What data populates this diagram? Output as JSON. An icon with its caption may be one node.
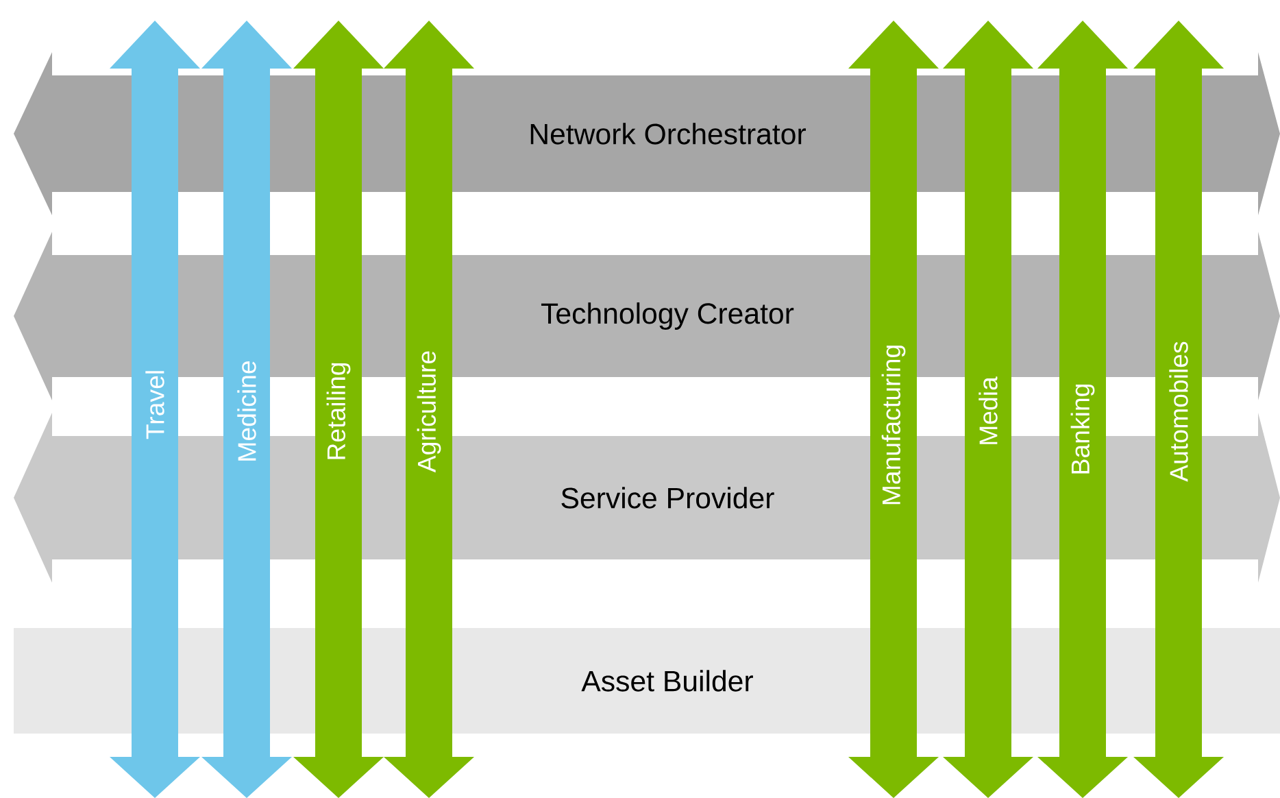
{
  "diagram": {
    "nodes": [
      {
        "text": [
          "Network Orchestrator"
        ]
      },
      {
        "text": [
          "Technology Creator"
        ]
      },
      {
        "text": [
          "Service Provider"
        ]
      },
      {
        "text": [
          "Asset Builder"
        ]
      },
      {
        "text": [
          "Travel"
        ]
      },
      {
        "text": [
          "Medicine"
        ]
      },
      {
        "text": [
          "Retailing"
        ]
      },
      {
        "text": [
          "Agriculture"
        ]
      },
      {
        "text": [
          "Manufacturing"
        ]
      },
      {
        "text": [
          "Media"
        ]
      },
      {
        "text": [
          "Banking"
        ]
      },
      {
        "text": [
          "Automobiles"
        ]
      }
    ]
  }
}
